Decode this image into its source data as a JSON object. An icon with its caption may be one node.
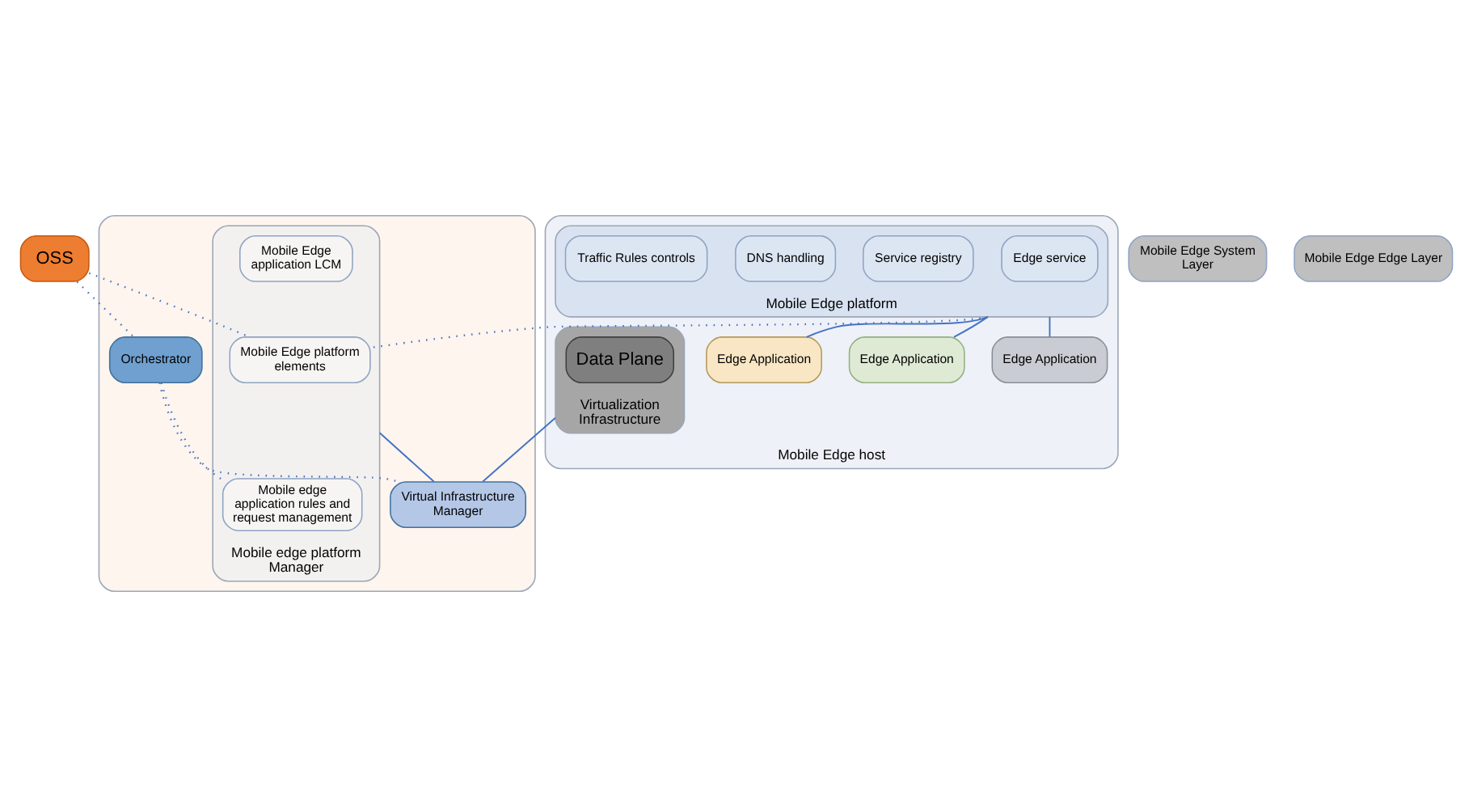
{
  "diagram": {
    "nodes": [
      {
        "text": [
          "OSS"
        ]
      },
      {
        "text": [],
        "shape": "box"
      },
      {
        "text": [
          "Orchestrator"
        ],
        "in": 1
      },
      {
        "text": [
          "Mobile edge platform Manager"
        ],
        "in": 1
      },
      {
        "text": [
          "Mobile Edge platform elements"
        ],
        "in": 3
      },
      {
        "text": [
          "Mobile edge application rules and request management"
        ],
        "in": 3
      },
      {
        "text": [
          "Mobile Edge application LCM"
        ],
        "in": 3
      },
      {
        "text": [
          "Virtual Infrastructure Manager"
        ],
        "in": 1
      },
      {
        "text": [
          "Mobile Edge host"
        ]
      },
      {
        "text": [
          "Mobile Edge platform"
        ],
        "in": 8
      },
      {
        "text": [
          "Edge service"
        ],
        "in": 9
      },
      {
        "text": [
          "Service registry"
        ],
        "in": 9
      },
      {
        "text": [
          "DNS handling"
        ],
        "in": 9
      },
      {
        "text": [
          "Traffic Rules controls"
        ],
        "in": 9
      },
      {
        "text": [
          "Edge Application"
        ],
        "in": 8
      },
      {
        "text": [
          "Edge Application"
        ],
        "in": 8
      },
      {
        "text": [
          "Edge Application"
        ],
        "in": 8
      },
      {
        "text": [
          "Virtualization Infrastructure"
        ],
        "in": 8
      },
      {
        "text": [
          "Data Plane"
        ],
        "in": 17
      },
      {
        "text": [
          "Mobile Edge System Layer"
        ]
      },
      {
        "text": [
          "Mobile Edge Edge Layer"
        ]
      }
    ],
    "edges": [
      {
        "from": 0,
        "to": 2,
        "arrow": "none",
        "style": "dashed"
      },
      {
        "from": 0,
        "to": 4,
        "arrow": "none",
        "style": "dashed"
      },
      {
        "from": 2,
        "to": 5,
        "arrow": "none",
        "style": "dashed"
      },
      {
        "from": 2,
        "to": 7,
        "arrow": "none",
        "style": "dashed"
      },
      {
        "from": 9,
        "to": 4,
        "arrow": "none",
        "style": "dashed"
      },
      {
        "from": 3,
        "to": 7,
        "arrow": "none"
      },
      {
        "from": 17,
        "to": 7,
        "arrow": "none"
      },
      {
        "from": 9,
        "to": 14,
        "arrow": "none"
      },
      {
        "from": 9,
        "to": 15,
        "arrow": "none"
      },
      {
        "from": 9,
        "to": 16,
        "arrow": "none"
      }
    ]
  }
}
